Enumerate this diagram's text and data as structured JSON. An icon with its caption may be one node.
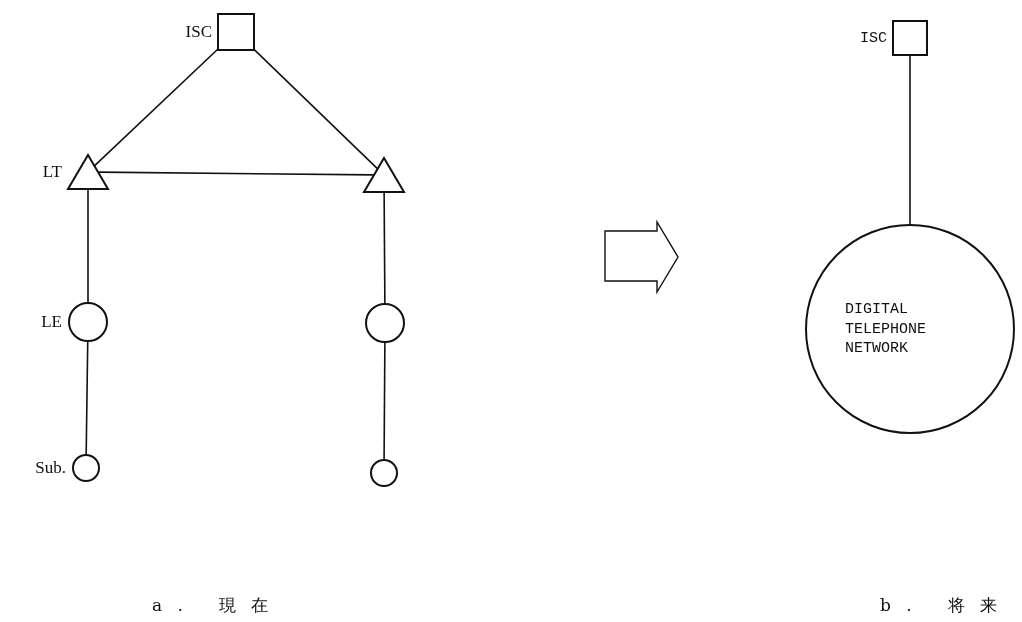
{
  "diagram": {
    "nodes": [
      {
        "text": [
          "ISC"
        ]
      },
      {
        "text": [
          "LT"
        ]
      },
      {
        "text": [],
        "shape": "triangle"
      },
      {
        "text": [
          "LE"
        ]
      },
      {
        "text": [],
        "shape": "circle"
      },
      {
        "text": [
          "Sub."
        ]
      },
      {
        "text": [],
        "shape": "circle"
      },
      {
        "text": [
          "ISC"
        ]
      },
      {
        "text": [
          "DIGITAL TELEPHONE NETWORK"
        ]
      }
    ],
    "edges": [
      {
        "from": 0,
        "to": 1,
        "arrow": "none"
      },
      {
        "from": 0,
        "to": 2,
        "arrow": "none"
      },
      {
        "from": 1,
        "to": 2,
        "arrow": "none"
      },
      {
        "from": 1,
        "to": 3,
        "arrow": "none"
      },
      {
        "from": 3,
        "to": 5,
        "arrow": "none"
      },
      {
        "from": 2,
        "to": 4,
        "arrow": "none"
      },
      {
        "from": 4,
        "to": 6,
        "arrow": "none"
      },
      {
        "from": 7,
        "to": 8,
        "arrow": "none"
      }
    ],
    "labels": [
      "a. 現在",
      "b. 将来"
    ]
  }
}
